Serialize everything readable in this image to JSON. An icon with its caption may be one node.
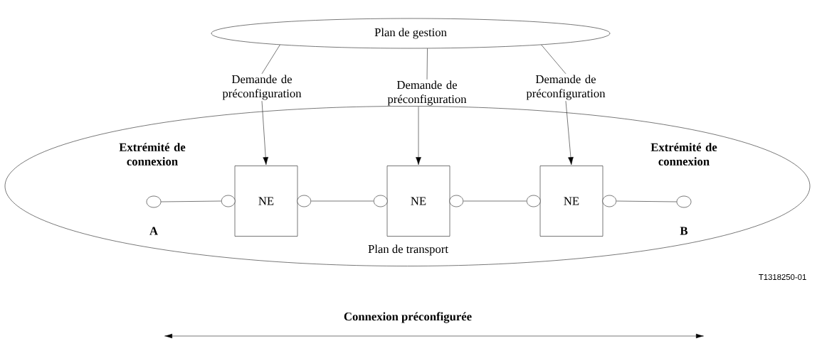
{
  "diagram": {
    "nodes": [
      {
        "text": [
          "Plan de gestion"
        ]
      },
      {
        "text": [
          "Plan de transport"
        ]
      },
      {
        "text": [
          "Demande de préconfiguration"
        ]
      },
      {
        "text": [
          "Demande de préconfiguration"
        ]
      },
      {
        "text": [
          "Demande de préconfiguration"
        ]
      },
      {
        "text": [],
        "shape": "circle",
        "in": 1,
        "beside": [
          "Extrémité de connexion",
          "A"
        ]
      },
      {
        "text": [
          "NE"
        ],
        "in": 1
      },
      {
        "text": [
          "NE"
        ],
        "in": 1
      },
      {
        "text": [
          "NE"
        ],
        "in": 1
      },
      {
        "text": [],
        "shape": "circle",
        "in": 1,
        "beside": [
          "Extrémité de connexion",
          "B"
        ]
      }
    ],
    "edges": [
      {
        "from": 0,
        "to": 2,
        "arrow": "none"
      },
      {
        "from": 0,
        "to": 3,
        "arrow": "none"
      },
      {
        "from": 0,
        "to": 4,
        "arrow": "none"
      },
      {
        "from": 2,
        "to": 6,
        "arrow": "to"
      },
      {
        "from": 3,
        "to": 7,
        "arrow": "to"
      },
      {
        "from": 4,
        "to": 8,
        "arrow": "to"
      },
      {
        "from": 5,
        "to": 6,
        "arrow": "none"
      },
      {
        "from": 6,
        "to": 7,
        "arrow": "none"
      },
      {
        "from": 7,
        "to": 8,
        "arrow": "none"
      },
      {
        "from": 8,
        "to": 9,
        "arrow": "none"
      }
    ],
    "labels": [
      "T1318250-01",
      "Connexion préconfigurée"
    ]
  }
}
